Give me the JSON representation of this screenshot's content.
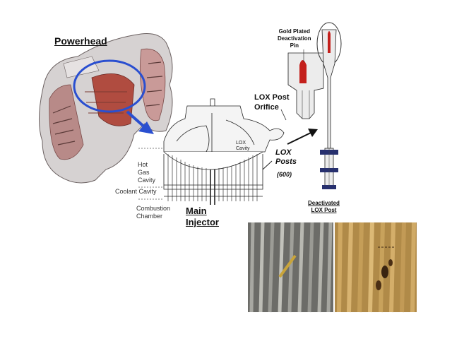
{
  "labels": {
    "powerhead": "Powerhead",
    "gold_pin": [
      "Gold Plated",
      "Deactivation",
      "Pin"
    ],
    "lox_post_orifice": [
      "LOX Post",
      "Orifice"
    ],
    "lox_posts": [
      "LOX",
      "Posts"
    ],
    "lox_posts_count": "(600)",
    "lox_cavity": [
      "LOX",
      "Cavity"
    ],
    "hot_gas_cavity": [
      "Hot",
      "Gas",
      "Cavity"
    ],
    "coolant_cavity": "Coolant Cavity",
    "combustion_chamber": [
      "Combustion",
      "Chamber"
    ],
    "main_injector": [
      "Main",
      "Injector"
    ],
    "deactivated": [
      "Deactivated",
      "LOX Post"
    ]
  },
  "colors": {
    "highlight_ring": "#2a4fd0",
    "pin": "#c4201c",
    "post_blue": "#27306e",
    "engine_red": "#a23a38",
    "photo_left": "#6c6c68",
    "photo_right": "#b08a48"
  }
}
